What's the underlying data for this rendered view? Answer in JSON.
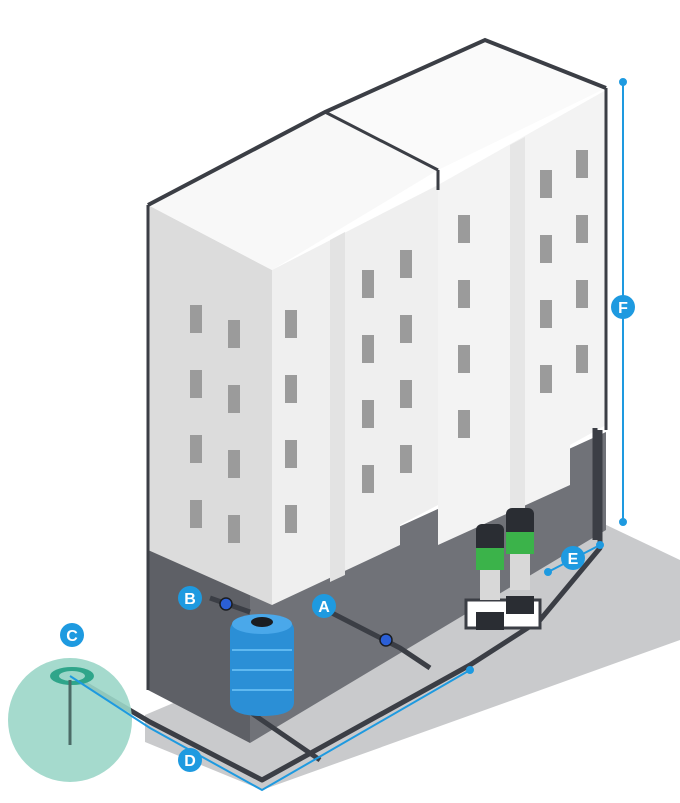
{
  "diagram": {
    "callouts": [
      {
        "id": "A",
        "label": "A"
      },
      {
        "id": "B",
        "label": "B"
      },
      {
        "id": "C",
        "label": "C"
      },
      {
        "id": "D",
        "label": "D"
      },
      {
        "id": "E",
        "label": "E"
      },
      {
        "id": "F",
        "label": "F"
      }
    ]
  },
  "colors": {
    "callout": "#1e9ae0",
    "callout_line": "#1e9ae0",
    "pipe": "#3b3e45",
    "building_front": "#efefef",
    "building_side": "#dcdcdc",
    "building_top": "#f8f8f8",
    "window": "#9b9b9b",
    "basement": "#5e6066",
    "ground": "#c9cacc",
    "tank": "#2b8fd6",
    "pump_accent": "#3bb34a",
    "cistern": "#9bd6c8"
  },
  "icons": {
    "tank": "water-storage-tank-icon",
    "pumps": "booster-pump-pair-icon",
    "cistern": "rainwater-cistern-icon",
    "valve": "valve-icon"
  }
}
